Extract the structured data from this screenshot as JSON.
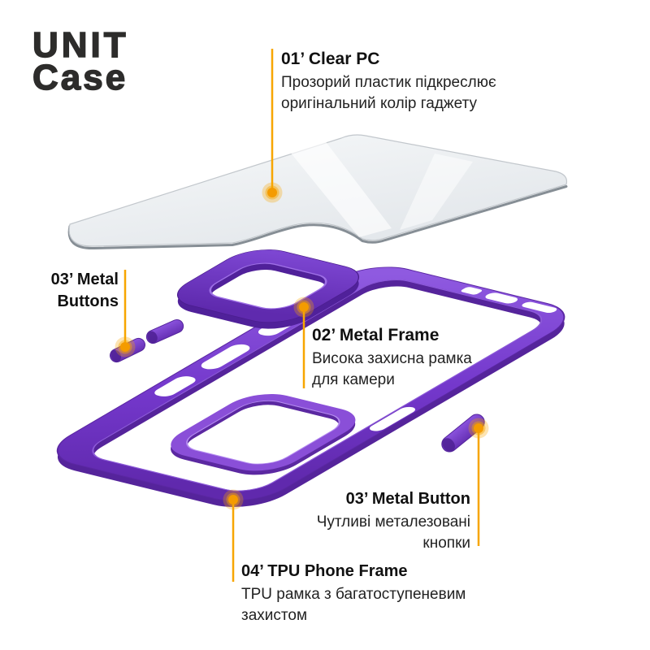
{
  "brand": {
    "line1": "UNIT",
    "line2": "Case"
  },
  "colors": {
    "accent": "#F7A600",
    "case_purple": "#7B40CD",
    "logo": "#2D2C2B"
  },
  "callouts": {
    "clear_pc": {
      "title": "01’ Clear PC",
      "desc_lines": [
        "Прозорий пластик підкреслює",
        "оригінальний колір гаджету"
      ]
    },
    "metal_buttons": {
      "title_lines": [
        "03’ Metal",
        "Buttons"
      ]
    },
    "metal_frame": {
      "title": "02’ Metal Frame",
      "desc_lines": [
        "Висока захисна рамка",
        "для камери"
      ]
    },
    "metal_button": {
      "title": "03’ Metal Button",
      "desc_lines": [
        "Чутливі металезовані",
        "кнопки"
      ]
    },
    "tpu_frame": {
      "title": "04’ TPU Phone Frame",
      "desc_lines": [
        "TPU рамка з багатоступеневим",
        "захистом"
      ]
    }
  }
}
